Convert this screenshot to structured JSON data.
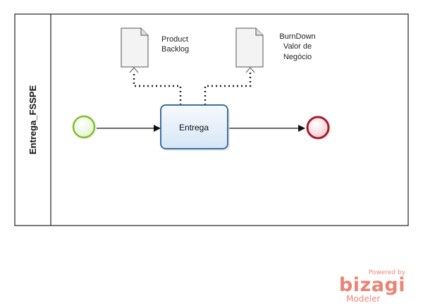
{
  "pool": {
    "lane_label": "Entrega_FSSPE"
  },
  "artifacts": [
    {
      "lines": [
        "Product",
        "Backlog"
      ]
    },
    {
      "lines": [
        "BurnDown",
        "Valor de",
        "Negócio"
      ]
    }
  ],
  "task": {
    "label": "Entrega"
  },
  "watermark": {
    "powered_by": "Powered by",
    "brand": "bizagi",
    "product": "Modeler"
  },
  "colors": {
    "start_event": "#7cbf2d",
    "end_event": "#a8192a",
    "task_fill": "#e8f1fa",
    "task_border": "#3e6fa0",
    "watermark": "#ea8474"
  }
}
